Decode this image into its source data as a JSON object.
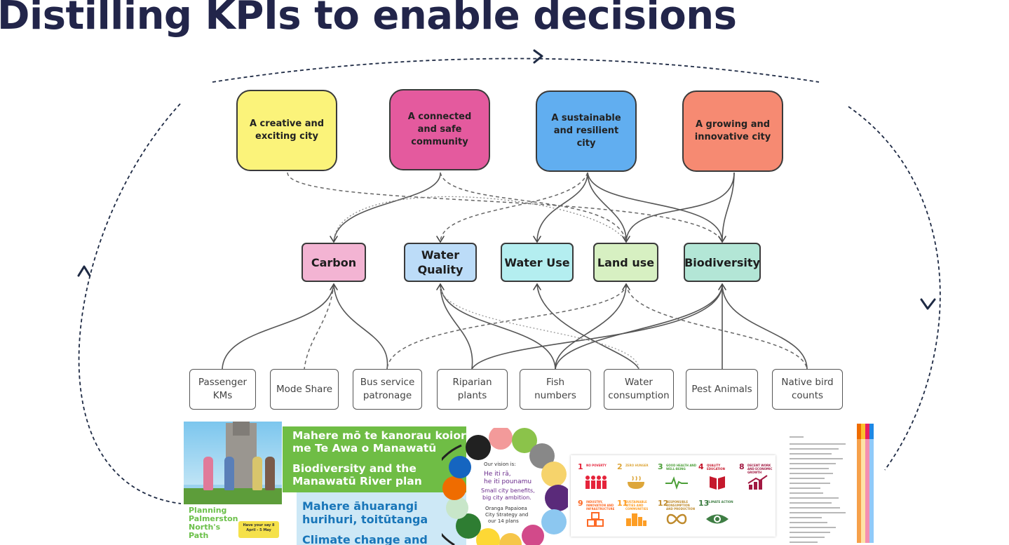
{
  "title": "Distilling KPIs to enable decisions",
  "goals": [
    {
      "label": "A creative and exciting city",
      "color": "#fbf37a"
    },
    {
      "label": "A connected and safe community",
      "color": "#e45a9e"
    },
    {
      "label": "A sustainable and resilient city",
      "color": "#61aef0"
    },
    {
      "label": "A growing and innovative city",
      "color": "#f68a72"
    }
  ],
  "kpis": [
    {
      "label": "Carbon",
      "color": "#f3b4d3"
    },
    {
      "label": "Water Quality",
      "color": "#bcdcf8"
    },
    {
      "label": "Water Use",
      "color": "#b4eef0"
    },
    {
      "label": "Land use",
      "color": "#d7f0c2"
    },
    {
      "label": "Biodiversity",
      "color": "#b3e6d6"
    }
  ],
  "indicators": [
    "Passenger KMs",
    "Mode Share",
    "Bus service patronage",
    "Riparian plants",
    "Fish numbers",
    "Water consumption",
    "Pest Animals",
    "Native bird counts"
  ],
  "thumbnails": {
    "planning": {
      "title": "Planning Palmerston North's Path",
      "badge": "Have your say 8 April - 5 May"
    },
    "biodiversity_plan": {
      "line1": "Mahere mō te kanorau koiora",
      "line2": "me Te Awa o Manawatū",
      "line3": "Biodiversity and the",
      "line4": "Manawatū River plan",
      "line5": "Mahere āhuarangi",
      "line6": "hurihuri, toitūtanga",
      "line7": "Climate change and"
    },
    "vision": {
      "heading": "Our vision is:",
      "line1": "He iti rā,",
      "line2": "he iti pounamu",
      "line3": "Small city benefits,",
      "line4": "big city ambition.",
      "line5": "Oranga Papaioea",
      "line6": "City Strategy and",
      "line7": "our 14 plans"
    },
    "sdgs": [
      {
        "num": "1",
        "label": "NO POVERTY",
        "color": "#e5243b"
      },
      {
        "num": "2",
        "label": "ZERO HUNGER",
        "color": "#dda63a"
      },
      {
        "num": "3",
        "label": "GOOD HEALTH AND WELL-BEING",
        "color": "#4c9f38"
      },
      {
        "num": "4",
        "label": "QUALITY EDUCATION",
        "color": "#c5192d"
      },
      {
        "num": "8",
        "label": "DECENT WORK AND ECONOMIC GROWTH",
        "color": "#a21942"
      },
      {
        "num": "9",
        "label": "INDUSTRY, INNOVATION AND INFRASTRUCTURE",
        "color": "#fd6925"
      },
      {
        "num": "11",
        "label": "SUSTAINABLE CITIES AND COMMUNITIES",
        "color": "#fd9d24"
      },
      {
        "num": "12",
        "label": "RESPONSIBLE CONSUMPTION AND PRODUCTION",
        "color": "#bf8b2e"
      },
      {
        "num": "13",
        "label": "CLIMATE ACTION",
        "color": "#3f7e44"
      }
    ]
  }
}
